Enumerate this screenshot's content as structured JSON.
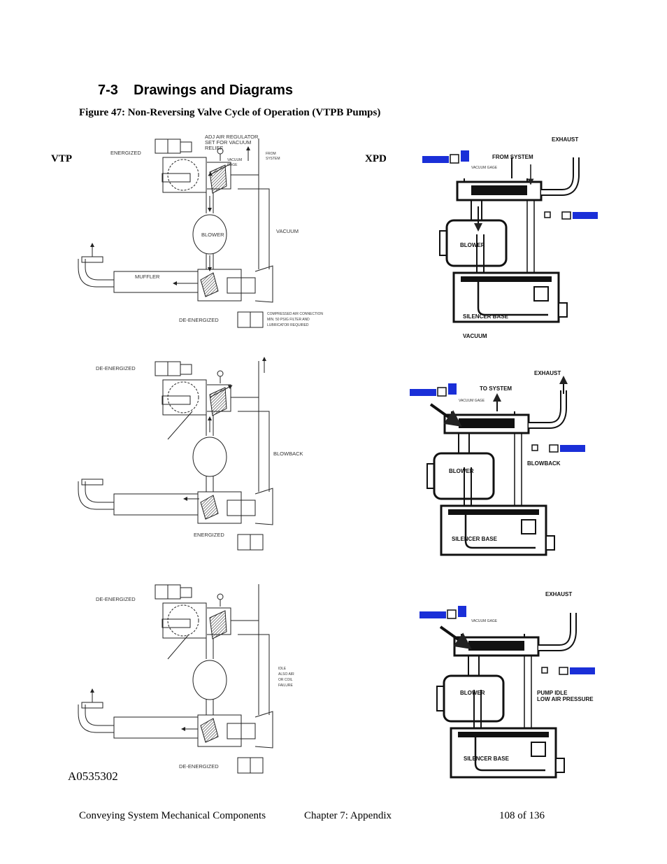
{
  "header": {
    "section_title": "7-3    Drawings and Diagrams",
    "figure_caption": "Figure 47:  Non-Reversing Valve Cycle of Operation (VTPB Pumps)"
  },
  "columns": {
    "left": "VTP",
    "right": "XPD"
  },
  "vtp": {
    "row1": {
      "energized": "ENERGIZED",
      "regulator": [
        "ADJ AIR REGULATOR",
        "SET FOR VACUUM",
        "RELIEF"
      ],
      "vacuum_gage": [
        "VACUUM",
        "GAGE"
      ],
      "from_system": [
        "FROM",
        "SYSTEM"
      ],
      "blower": "BLOWER",
      "vacuum": "VACUUM",
      "muffler": "MUFFLER",
      "de_energized": "DE-ENERGIZED",
      "air_note": [
        "COMPRESSED AIR CONNECTION",
        "MIN. 50 PSIG FILTER AND",
        "LUBRICATOR REQUIRED"
      ]
    },
    "row2": {
      "de_energized": "DE-ENERGIZED",
      "blowback": "BLOWBACK",
      "energized": "ENERGIZED"
    },
    "row3": {
      "de_energized_top": "DE-ENERGIZED",
      "idle": [
        "IDLE",
        "ALSO AIR",
        "OR COIL",
        "FAILURE"
      ],
      "de_energized_bottom": "DE-ENERGIZED"
    }
  },
  "xpd": {
    "row1": {
      "exhaust": "EXHAUST",
      "from_system": "FROM SYSTEM",
      "vacuum_gage": "VACUUM GAGE",
      "blower": "BLOWER",
      "silencer": "SILENCER BASE",
      "mode": "VACUUM"
    },
    "row2": {
      "exhaust": "EXHAUST",
      "to_system": "TO SYSTEM",
      "vacuum_gage": "VACUUM GAGE",
      "blower": "BLOWER",
      "silencer": "SILENCER BASE",
      "mode": "BLOWBACK"
    },
    "row3": {
      "exhaust": "EXHAUST",
      "vacuum_gage": "VACUUM GAGE",
      "blower": "BLOWER",
      "silencer": "SILENCER BASE",
      "mode": [
        "PUMP IDLE",
        "LOW AIR PRESSURE"
      ]
    }
  },
  "drawing_id": "A0535302",
  "footer": {
    "left": "Conveying System Mechanical Components",
    "middle": "Chapter 7: Appendix",
    "right": "108 of 136"
  },
  "colors": {
    "solenoid_blue": "#1a2fd8",
    "line": "#222222"
  }
}
